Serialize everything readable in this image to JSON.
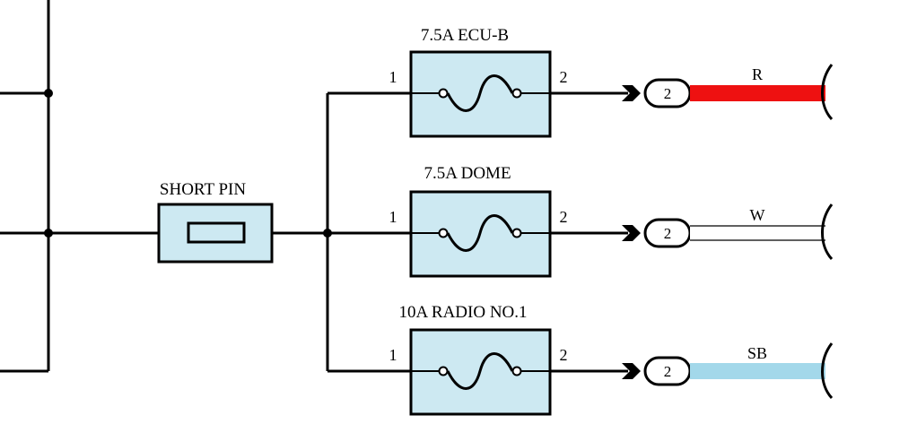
{
  "short_pin": {
    "label": "SHORT PIN"
  },
  "colors": {
    "fuse_fill": "#cde9f2",
    "stroke": "#000000",
    "wire_red": "#ee1111",
    "wire_white": "#ffffff",
    "wire_sky_blue": "#a3d8ea"
  },
  "fuses": [
    {
      "label": "7.5A ECU-B",
      "pin_in": "1",
      "pin_out": "2",
      "connector": "2",
      "wire_color": "R",
      "wire_hex": "#ee1111"
    },
    {
      "label": "7.5A DOME",
      "pin_in": "1",
      "pin_out": "2",
      "connector": "2",
      "wire_color": "W",
      "wire_hex": "#ffffff"
    },
    {
      "label": "10A RADIO NO.1",
      "pin_in": "1",
      "pin_out": "2",
      "connector": "2",
      "wire_color": "SB",
      "wire_hex": "#a3d8ea"
    }
  ]
}
